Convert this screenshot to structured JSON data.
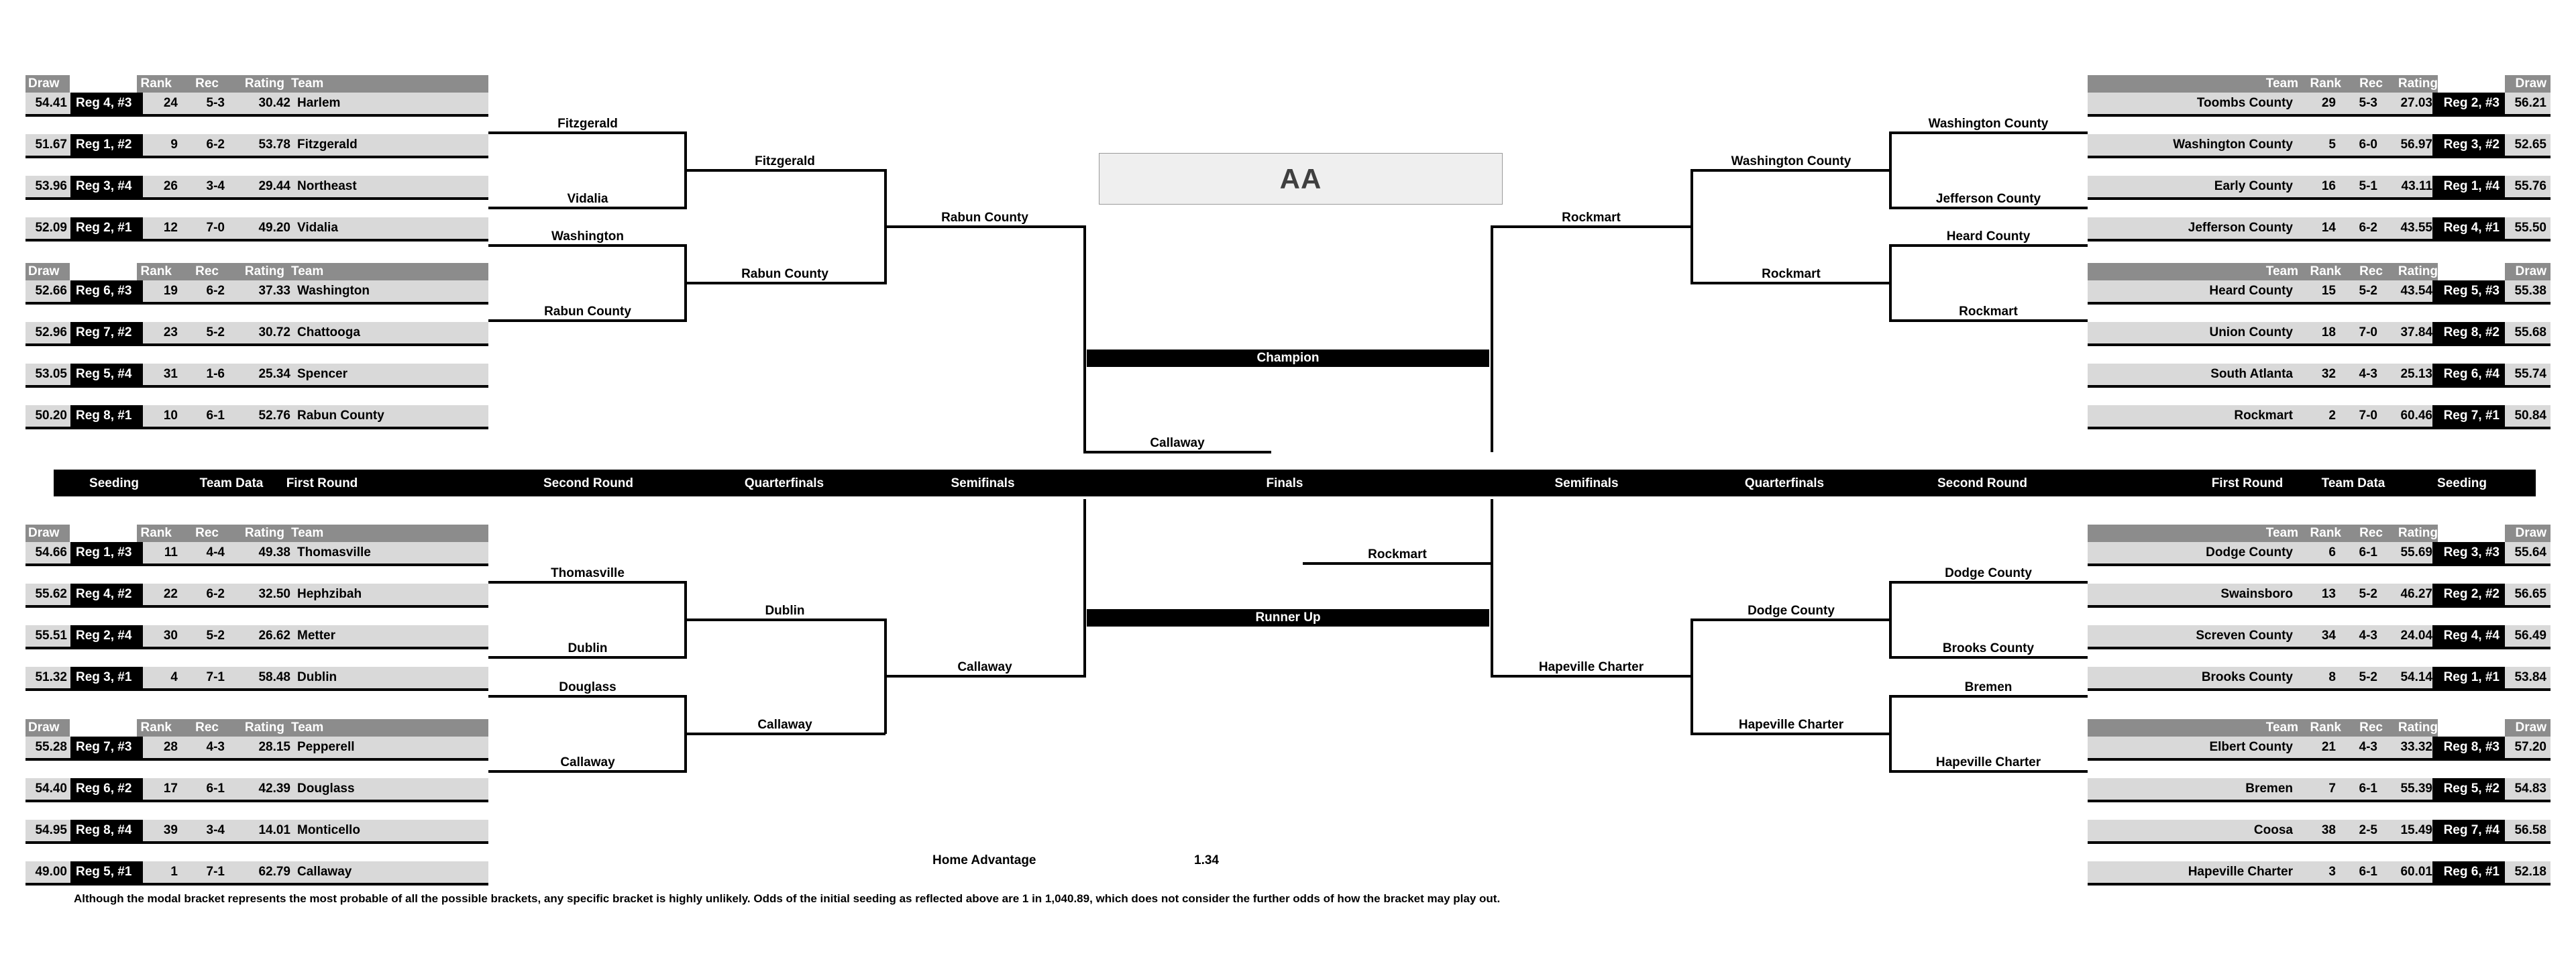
{
  "class_label": "AA",
  "banners": {
    "champion": "Champion",
    "runner_up": "Runner Up"
  },
  "round_labels_left": [
    "Seeding",
    "Team Data",
    "First Round",
    "Second Round",
    "Quarterfinals",
    "Semifinals",
    "Finals"
  ],
  "round_labels_right": [
    "Semifinals",
    "Quarterfinals",
    "Second Round",
    "First Round",
    "Team Data",
    "Seeding"
  ],
  "table_headers_left": {
    "draw": "Draw",
    "rank": "Rank",
    "rec": "Rec",
    "rating": "Rating",
    "team": "Team"
  },
  "table_headers_right": {
    "team": "Team",
    "rank": "Rank",
    "rec": "Rec",
    "rating": "Rating",
    "draw": "Draw"
  },
  "home_advantage": {
    "label": "Home Advantage",
    "value": "1.34"
  },
  "footnote": "Although the modal bracket represents the most probable of all the possible brackets, any specific bracket is highly unlikely.  Odds of the initial seeding as reflected above are 1 in 1,040.89, which does not consider the further odds of how the bracket may play out.",
  "groups": {
    "L1": [
      {
        "draw": "54.41",
        "seed": "Reg 4, #3",
        "rank": "24",
        "rec": "5-3",
        "rating": "30.42",
        "team": "Harlem"
      },
      {
        "draw": "51.67",
        "seed": "Reg 1, #2",
        "rank": "9",
        "rec": "6-2",
        "rating": "53.78",
        "team": "Fitzgerald"
      },
      {
        "draw": "53.96",
        "seed": "Reg 3, #4",
        "rank": "26",
        "rec": "3-4",
        "rating": "29.44",
        "team": "Northeast"
      },
      {
        "draw": "52.09",
        "seed": "Reg 2, #1",
        "rank": "12",
        "rec": "7-0",
        "rating": "49.20",
        "team": "Vidalia"
      }
    ],
    "L2": [
      {
        "draw": "52.66",
        "seed": "Reg 6, #3",
        "rank": "19",
        "rec": "6-2",
        "rating": "37.33",
        "team": "Washington"
      },
      {
        "draw": "52.96",
        "seed": "Reg 7, #2",
        "rank": "23",
        "rec": "5-2",
        "rating": "30.72",
        "team": "Chattooga"
      },
      {
        "draw": "53.05",
        "seed": "Reg 5, #4",
        "rank": "31",
        "rec": "1-6",
        "rating": "25.34",
        "team": "Spencer"
      },
      {
        "draw": "50.20",
        "seed": "Reg 8, #1",
        "rank": "10",
        "rec": "6-1",
        "rating": "52.76",
        "team": "Rabun County"
      }
    ],
    "L3": [
      {
        "draw": "54.66",
        "seed": "Reg 1, #3",
        "rank": "11",
        "rec": "4-4",
        "rating": "49.38",
        "team": "Thomasville"
      },
      {
        "draw": "55.62",
        "seed": "Reg 4, #2",
        "rank": "22",
        "rec": "6-2",
        "rating": "32.50",
        "team": "Hephzibah"
      },
      {
        "draw": "55.51",
        "seed": "Reg 2, #4",
        "rank": "30",
        "rec": "5-2",
        "rating": "26.62",
        "team": "Metter"
      },
      {
        "draw": "51.32",
        "seed": "Reg 3, #1",
        "rank": "4",
        "rec": "7-1",
        "rating": "58.48",
        "team": "Dublin"
      }
    ],
    "L4": [
      {
        "draw": "55.28",
        "seed": "Reg 7, #3",
        "rank": "28",
        "rec": "4-3",
        "rating": "28.15",
        "team": "Pepperell"
      },
      {
        "draw": "54.40",
        "seed": "Reg 6, #2",
        "rank": "17",
        "rec": "6-1",
        "rating": "42.39",
        "team": "Douglass"
      },
      {
        "draw": "54.95",
        "seed": "Reg 8, #4",
        "rank": "39",
        "rec": "3-4",
        "rating": "14.01",
        "team": "Monticello"
      },
      {
        "draw": "49.00",
        "seed": "Reg 5, #1",
        "rank": "1",
        "rec": "7-1",
        "rating": "62.79",
        "team": "Callaway"
      }
    ],
    "R1": [
      {
        "team": "Toombs County",
        "rank": "29",
        "rec": "5-3",
        "rating": "27.03",
        "seed": "Reg 2, #3",
        "draw": "56.21"
      },
      {
        "team": "Washington County",
        "rank": "5",
        "rec": "6-0",
        "rating": "56.97",
        "seed": "Reg 3, #2",
        "draw": "52.65"
      },
      {
        "team": "Early County",
        "rank": "16",
        "rec": "5-1",
        "rating": "43.11",
        "seed": "Reg 1, #4",
        "draw": "55.76"
      },
      {
        "team": "Jefferson County",
        "rank": "14",
        "rec": "6-2",
        "rating": "43.55",
        "seed": "Reg 4, #1",
        "draw": "55.50"
      }
    ],
    "R2": [
      {
        "team": "Heard County",
        "rank": "15",
        "rec": "5-2",
        "rating": "43.54",
        "seed": "Reg 5, #3",
        "draw": "55.38"
      },
      {
        "team": "Union County",
        "rank": "18",
        "rec": "7-0",
        "rating": "37.84",
        "seed": "Reg 8, #2",
        "draw": "55.68"
      },
      {
        "team": "South Atlanta",
        "rank": "32",
        "rec": "4-3",
        "rating": "25.13",
        "seed": "Reg 6, #4",
        "draw": "55.74"
      },
      {
        "team": "Rockmart",
        "rank": "2",
        "rec": "7-0",
        "rating": "60.46",
        "seed": "Reg 7, #1",
        "draw": "50.84"
      }
    ],
    "R3": [
      {
        "team": "Dodge County",
        "rank": "6",
        "rec": "6-1",
        "rating": "55.69",
        "seed": "Reg 3, #3",
        "draw": "55.64"
      },
      {
        "team": "Swainsboro",
        "rank": "13",
        "rec": "5-2",
        "rating": "46.27",
        "seed": "Reg 2, #2",
        "draw": "56.65"
      },
      {
        "team": "Screven County",
        "rank": "34",
        "rec": "4-3",
        "rating": "24.04",
        "seed": "Reg 4, #4",
        "draw": "56.49"
      },
      {
        "team": "Brooks County",
        "rank": "8",
        "rec": "5-2",
        "rating": "54.14",
        "seed": "Reg 1, #1",
        "draw": "53.84"
      }
    ],
    "R4": [
      {
        "team": "Elbert County",
        "rank": "21",
        "rec": "4-3",
        "rating": "33.32",
        "seed": "Reg 8, #3",
        "draw": "57.20"
      },
      {
        "team": "Bremen",
        "rank": "7",
        "rec": "6-1",
        "rating": "55.39",
        "seed": "Reg 5, #2",
        "draw": "54.83"
      },
      {
        "team": "Coosa",
        "rank": "38",
        "rec": "2-5",
        "rating": "15.49",
        "seed": "Reg 7, #4",
        "draw": "56.58"
      },
      {
        "team": "Hapeville Charter",
        "rank": "3",
        "rec": "6-1",
        "rating": "60.01",
        "seed": "Reg 6, #1",
        "draw": "52.18"
      }
    ]
  },
  "advance_left": {
    "r1": [
      "Fitzgerald",
      "Vidalia",
      "Washington",
      "Rabun County",
      "Thomasville",
      "Dublin",
      "Douglass",
      "Callaway"
    ],
    "r2": [
      "Fitzgerald",
      "Rabun County",
      "Dublin",
      "Callaway"
    ],
    "r3": [
      "Rabun County",
      "Callaway"
    ],
    "r4": [
      "Callaway"
    ]
  },
  "advance_right": {
    "r1": [
      "Washington County",
      "Jefferson County",
      "Heard County",
      "Rockmart",
      "Dodge County",
      "Brooks County",
      "Bremen",
      "Hapeville Charter"
    ],
    "r2": [
      "Washington County",
      "Rockmart",
      "Dodge County",
      "Hapeville Charter"
    ],
    "r3": [
      "Rockmart",
      "Hapeville Charter"
    ],
    "r4": [
      "Rockmart"
    ]
  }
}
